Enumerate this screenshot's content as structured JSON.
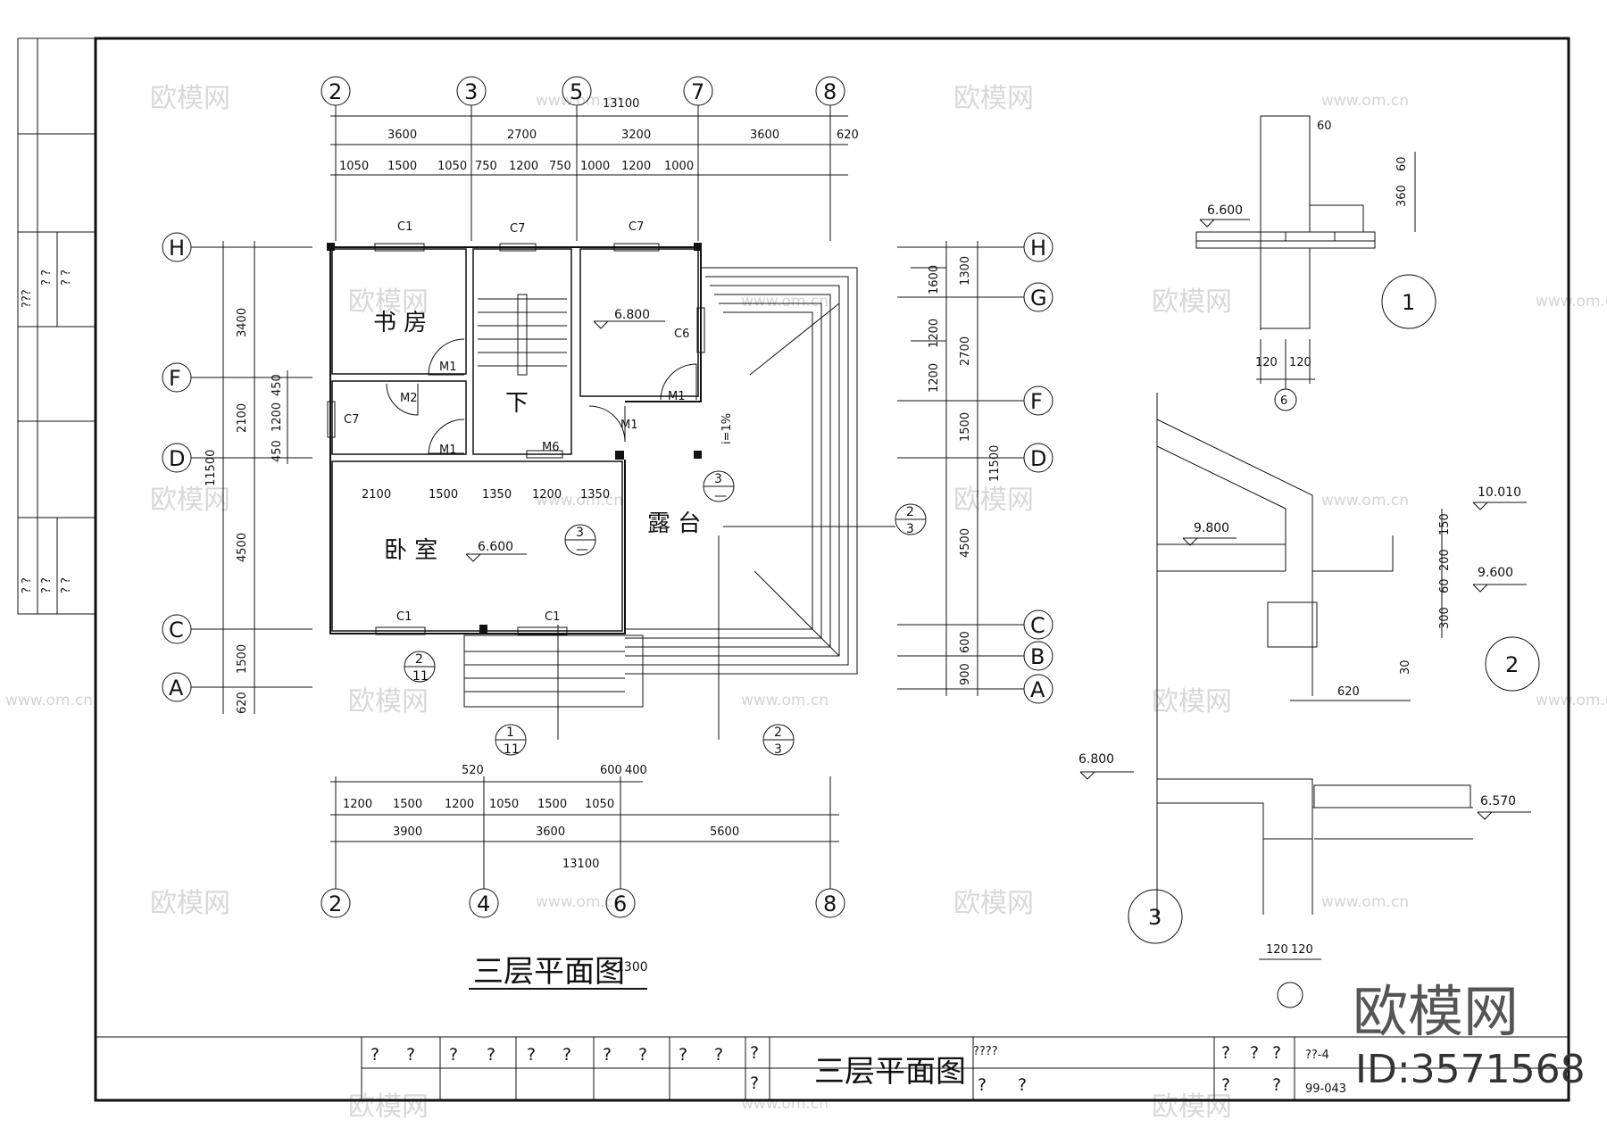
{
  "drawing": {
    "title": "三层平面图",
    "title_overlap_number": "1300",
    "watermark_text": "欧模网",
    "watermark_url": "www.om.cn",
    "brand": {
      "name": "欧模网",
      "id": "ID:3571568"
    },
    "rooms": {
      "study": "书 房",
      "bedroom": "卧 室",
      "terrace": "露 台",
      "stair_down": "下"
    },
    "elevations": {
      "plan_study": "6.800",
      "plan_bedroom": "6.600",
      "d1": "6.600",
      "d2_ridge": "10.010",
      "d2_slab": "9.800",
      "d2_gutter": "9.600",
      "d3_high": "6.800",
      "d3_low": "6.570"
    },
    "grid_top": [
      "2",
      "3",
      "5",
      "7",
      "8"
    ],
    "grid_bottom": [
      "2",
      "4",
      "6",
      "8"
    ],
    "grid_left": [
      "H",
      "F",
      "D",
      "C",
      "A"
    ],
    "grid_right": [
      "H",
      "G",
      "F",
      "D",
      "C",
      "B",
      "A"
    ],
    "dims_top": {
      "total": "13100",
      "row2": [
        "3600",
        "2700",
        "3200",
        "3600",
        "620"
      ],
      "row3": [
        "1050",
        "1500",
        "1050",
        "750",
        "1200",
        "750",
        "1000",
        "1200",
        "1000"
      ]
    },
    "dims_bottom": {
      "small": [
        "520",
        "600",
        "400"
      ],
      "row1": [
        "1200",
        "1500",
        "1200",
        "1050",
        "1500",
        "1050"
      ],
      "row2": [
        "3900",
        "3600",
        "5600"
      ],
      "total": "13100"
    },
    "dims_left": {
      "outer": [
        "3400",
        "2100",
        "4500",
        "1500",
        "620"
      ],
      "total": "11500",
      "inner": [
        "450",
        "1200",
        "450"
      ]
    },
    "dims_right": {
      "inner": [
        "1300",
        "2700",
        "1500",
        "4500",
        "600",
        "900"
      ],
      "outer": [
        "1600",
        "1200",
        "1200"
      ],
      "total": "11500"
    },
    "bedroom_dims": [
      "2100",
      "1500",
      "1350",
      "1200",
      "1350"
    ],
    "openings": {
      "c1": "C1",
      "c7": "C7",
      "c6": "C6",
      "m1": "M1",
      "m2": "M2",
      "m6": "M6",
      "slope": "i=1%"
    },
    "section_marks": {
      "s1_num": "1",
      "s1_sheet": "11",
      "s2_num": "2",
      "s2_sheet": "11",
      "s23_num": "2",
      "s23_sheet": "3",
      "s3_num": "3",
      "s1_dash": "—"
    },
    "details": {
      "d1": {
        "num": "1",
        "axis": "6",
        "dims": [
          "60",
          "60",
          "360",
          "120",
          "120"
        ]
      },
      "d2": {
        "num": "2",
        "dims": [
          "150",
          "200",
          "60",
          "300",
          "620",
          "30"
        ]
      },
      "d3": {
        "num": "3",
        "dims": [
          "120",
          "120"
        ]
      }
    },
    "title_block": {
      "q1": "?",
      "q2": "?",
      "q3": "?",
      "q4": "?",
      "title": "三层平面图",
      "proj": "????",
      "code_label": "??-4",
      "code": "99-043",
      "left_q1": "???",
      "left_q2": "? ?",
      "left_q3": "? ?"
    }
  },
  "colors": {
    "line": "#111111",
    "watermark": "#d8d8d8",
    "background": "#ffffff"
  }
}
